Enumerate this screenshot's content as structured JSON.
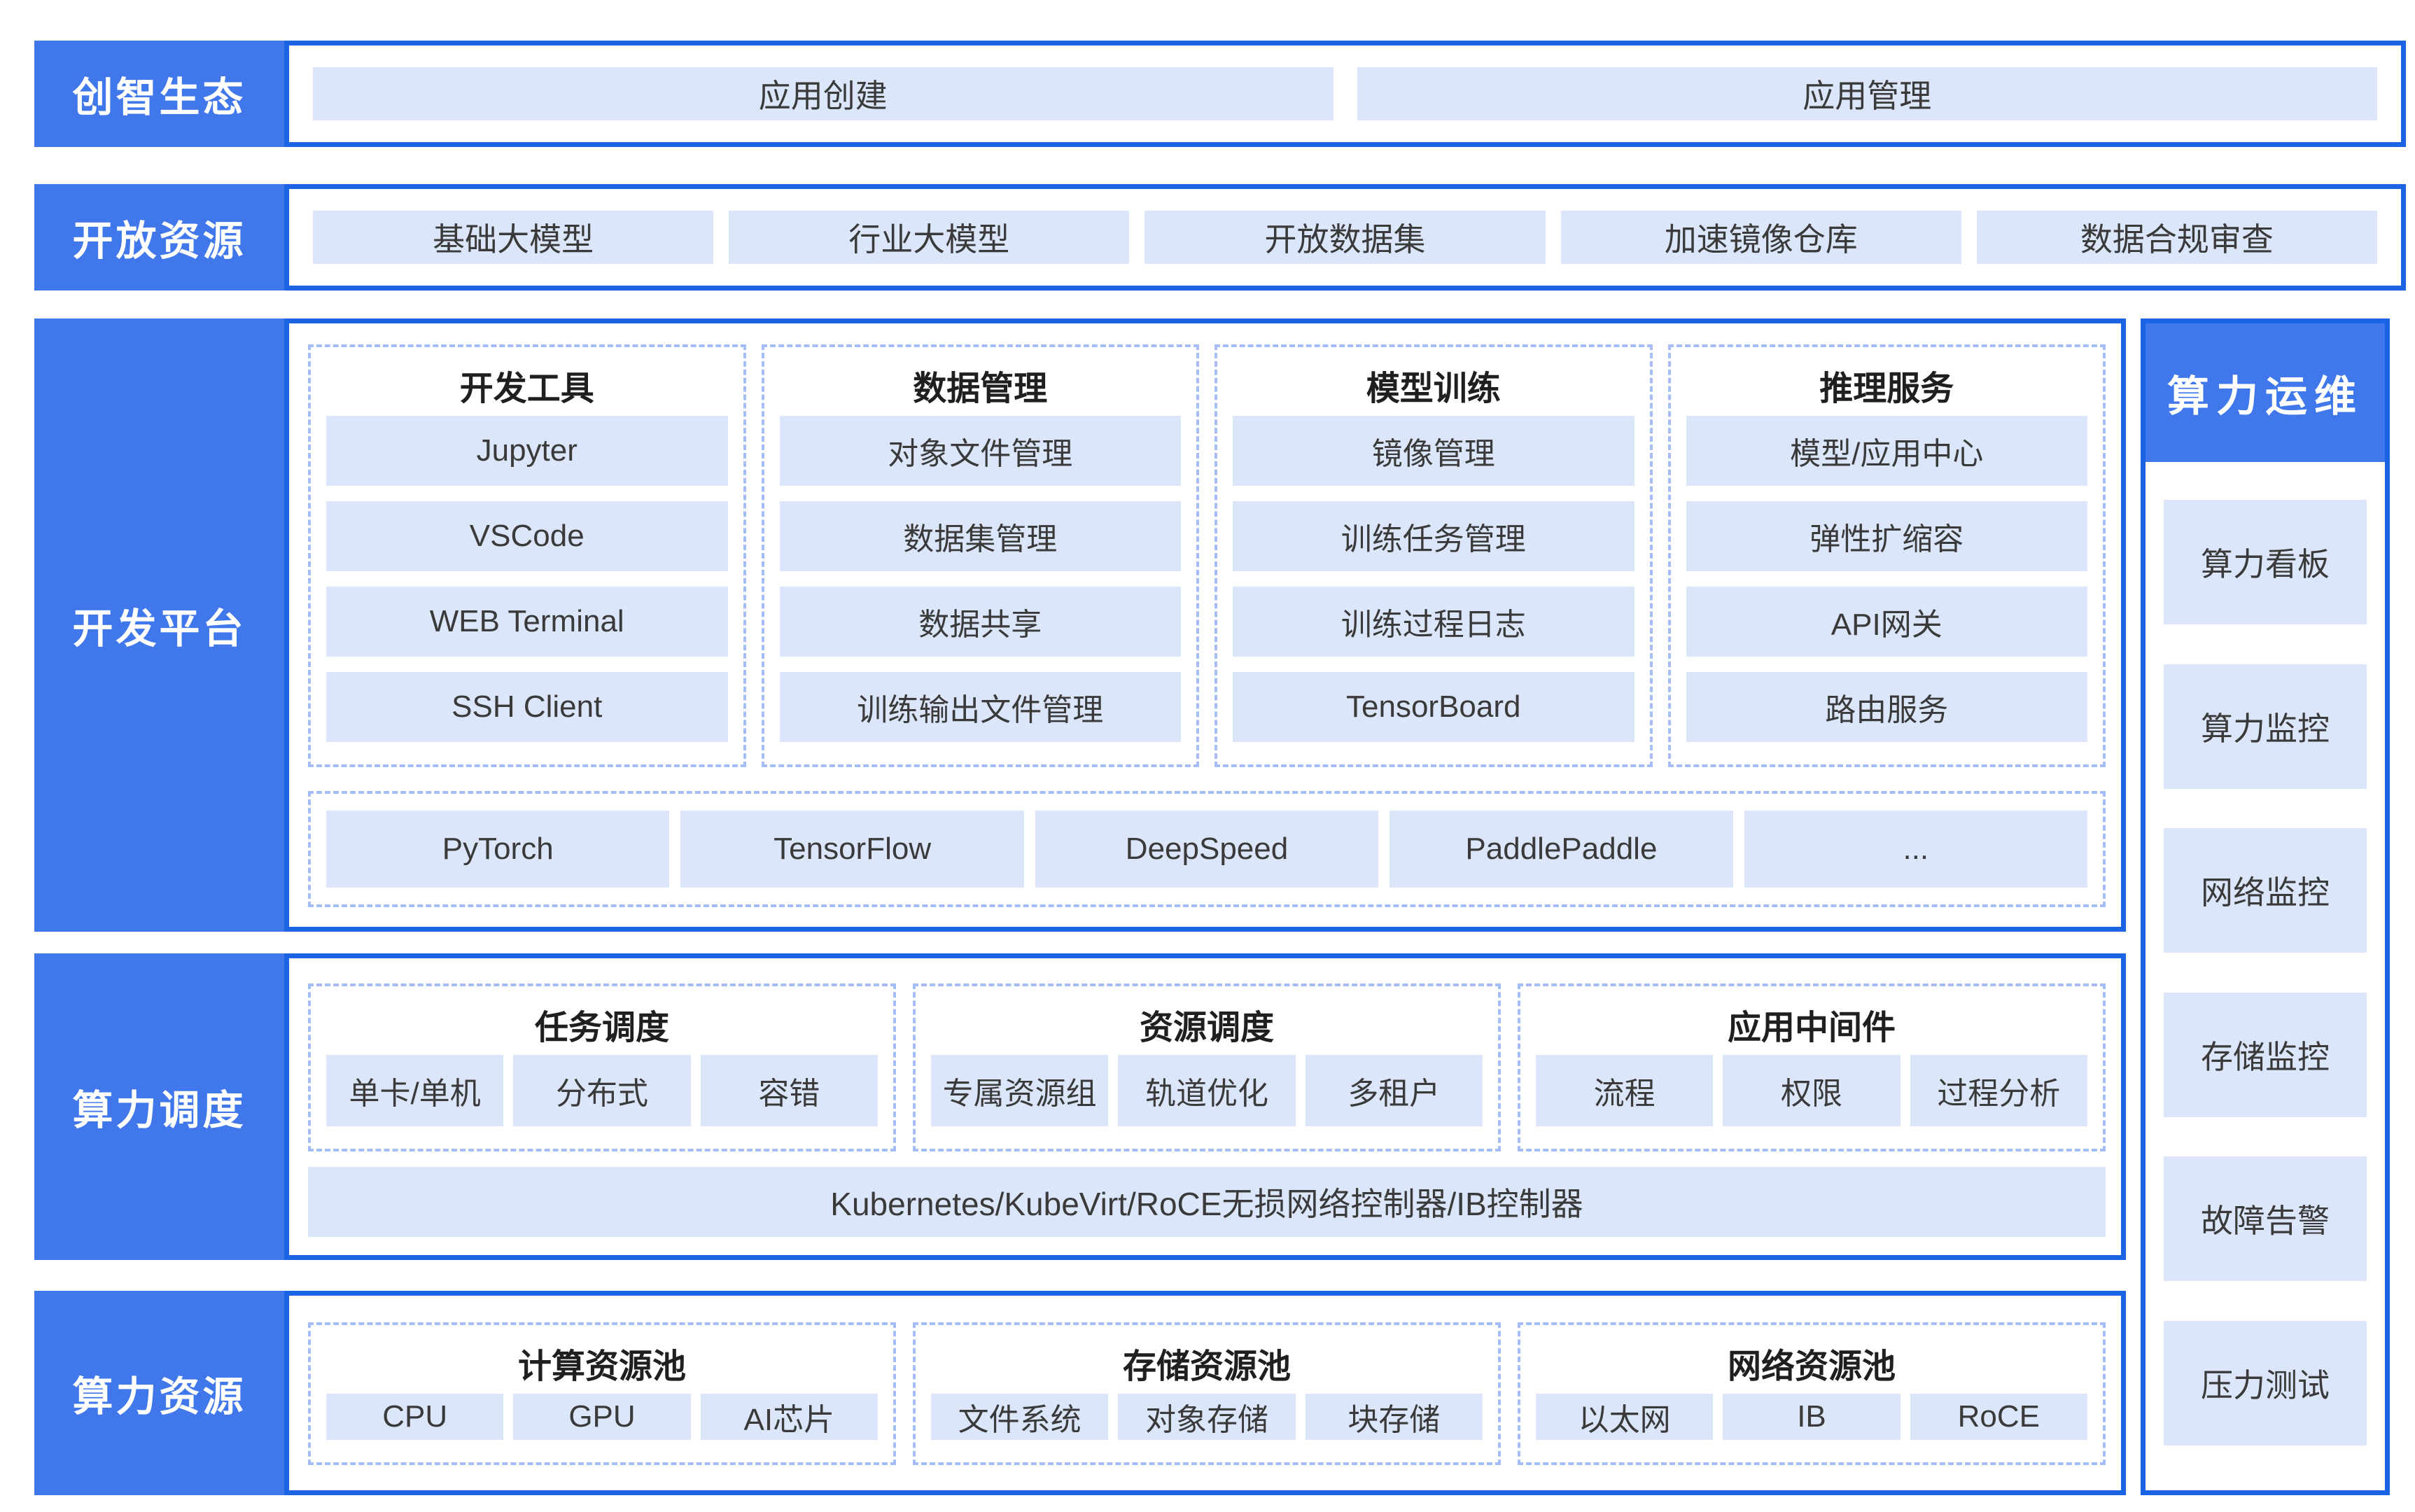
{
  "colors": {
    "accent_blue": "#4078EC",
    "section_border_blue": "#1B64E6",
    "light_box_fill": "#DCE6FA",
    "dashed_border": "#A4BDF6"
  },
  "ecosystem": {
    "label": "创智生态",
    "items": [
      "应用创建",
      "应用管理"
    ]
  },
  "open_resources": {
    "label": "开放资源",
    "items": [
      "基础大模型",
      "行业大模型",
      "开放数据集",
      "加速镜像仓库",
      "数据合规审查"
    ]
  },
  "dev_platform": {
    "label": "开发平台",
    "groups": [
      {
        "title": "开发工具",
        "items": [
          "Jupyter",
          "VSCode",
          "WEB Terminal",
          "SSH Client"
        ]
      },
      {
        "title": "数据管理",
        "items": [
          "对象文件管理",
          "数据集管理",
          "数据共享",
          "训练输出文件管理"
        ]
      },
      {
        "title": "模型训练",
        "items": [
          "镜像管理",
          "训练任务管理",
          "训练过程日志",
          "TensorBoard"
        ]
      },
      {
        "title": "推理服务",
        "items": [
          "模型/应用中心",
          "弹性扩缩容",
          "API网关",
          "路由服务"
        ]
      }
    ],
    "frameworks": [
      "PyTorch",
      "TensorFlow",
      "DeepSpeed",
      "PaddlePaddle",
      "..."
    ]
  },
  "scheduling": {
    "label": "算力调度",
    "groups": [
      {
        "title": "任务调度",
        "items": [
          "单卡/单机",
          "分布式",
          "容错"
        ]
      },
      {
        "title": "资源调度",
        "items": [
          "专属资源组",
          "轨道优化",
          "多租户"
        ]
      },
      {
        "title": "应用中间件",
        "items": [
          "流程",
          "权限",
          "过程分析"
        ]
      }
    ],
    "base_bar": "Kubernetes/KubeVirt/RoCE无损网络控制器/IB控制器"
  },
  "resources": {
    "label": "算力资源",
    "groups": [
      {
        "title": "计算资源池",
        "items": [
          "CPU",
          "GPU",
          "AI芯片"
        ]
      },
      {
        "title": "存储资源池",
        "items": [
          "文件系统",
          "对象存储",
          "块存储"
        ]
      },
      {
        "title": "网络资源池",
        "items": [
          "以太网",
          "IB",
          "RoCE"
        ]
      }
    ]
  },
  "ops_panel": {
    "title": "算力运维",
    "items": [
      "算力看板",
      "算力监控",
      "网络监控",
      "存储监控",
      "故障告警",
      "压力测试"
    ]
  }
}
